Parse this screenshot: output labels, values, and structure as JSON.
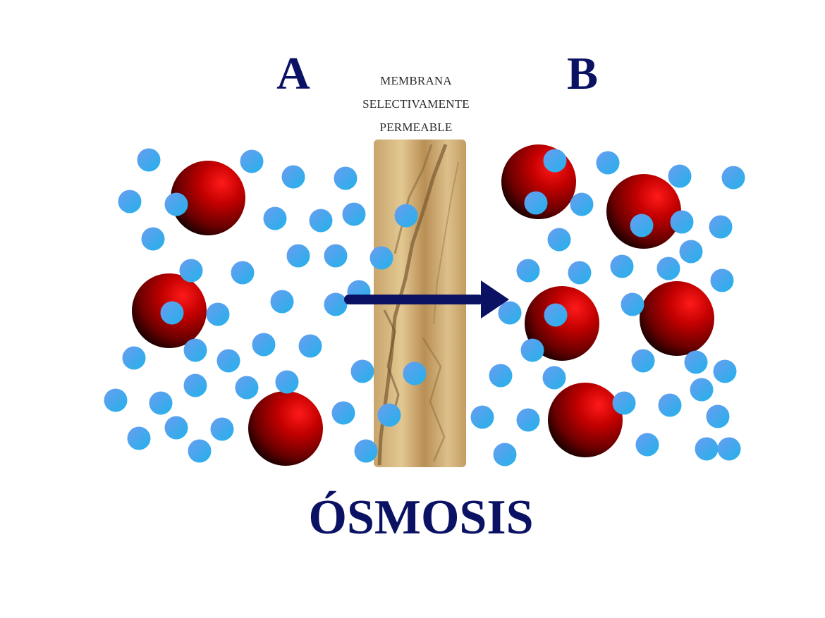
{
  "labels": {
    "side_a": "A",
    "side_b": "B"
  },
  "membrane": {
    "caption_lines": [
      "MEMBRANA",
      "SELECTIVAMENTE",
      "PERMEABLE"
    ]
  },
  "title": "ÓSMOSIS",
  "colors": {
    "label_navy": "#0b1264",
    "arrow_navy": "#0b1264",
    "water_molecule": "#3fa6ec",
    "solute_molecule": "#c00000",
    "membrane": "#c9a872"
  },
  "diagram": {
    "water_molecule_icon": "water-molecule-icon",
    "solute_molecule_icon": "solute-molecule-icon",
    "arrow_direction": "A-to-B",
    "solutes_side_a": 3,
    "solutes_side_b": 5
  }
}
